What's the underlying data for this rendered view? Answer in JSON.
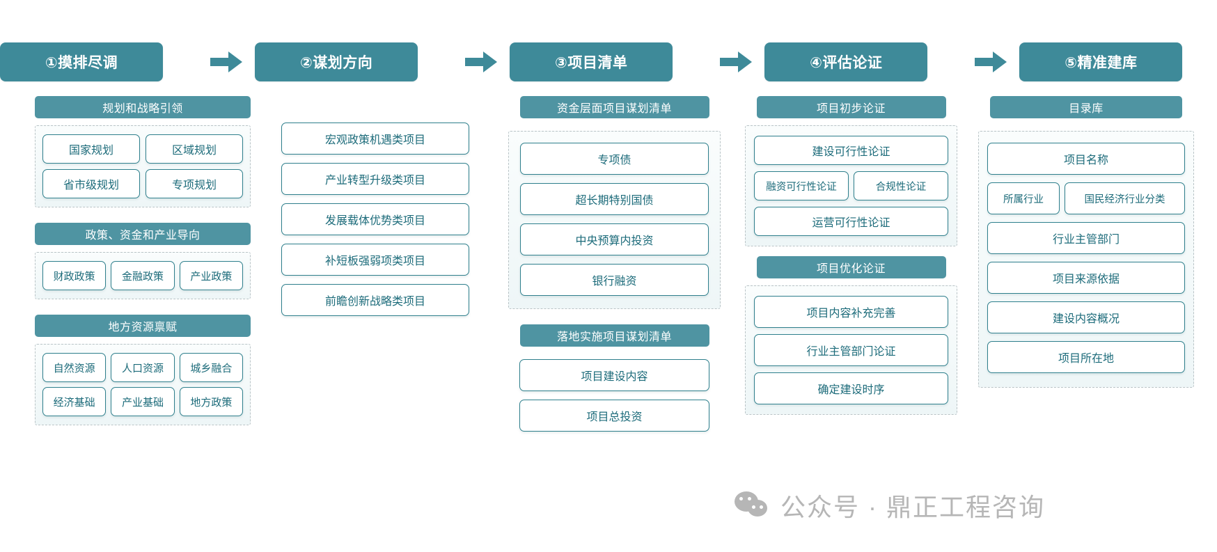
{
  "watermark": {
    "text": "公众号 · 鼎正工程咨询",
    "icon": "wechat-icon"
  },
  "phases": [
    {
      "label": "①摸排尽调"
    },
    {
      "label": "②谋划方向"
    },
    {
      "label": "③项目清单"
    },
    {
      "label": "④评估论证"
    },
    {
      "label": "⑤精准建库"
    }
  ],
  "arrow_icon": "arrow-right-icon",
  "colors": {
    "phase_box": "#3E8A99",
    "band": "#4F94A2",
    "chip_border": "#2E7F8C",
    "chip_text": "#1C6B7A",
    "dashed_border": "#b9c3c6",
    "watermark": "#b6b6b6"
  },
  "columns": [
    {
      "id": "col1",
      "groups": [
        {
          "band": "规划和战略引领",
          "layout": "grid2",
          "items": [
            "国家规划",
            "区域规划",
            "省市级规划",
            "专项规划"
          ]
        },
        {
          "band": "政策、资金和产业导向",
          "layout": "grid3",
          "items": [
            "财政政策",
            "金融政策",
            "产业政策"
          ]
        },
        {
          "band": "地方资源禀赋",
          "layout": "grid3",
          "items": [
            "自然资源",
            "人口资源",
            "城乡融合",
            "经济基础",
            "产业基础",
            "地方政策"
          ]
        }
      ]
    },
    {
      "id": "col2",
      "groups": [
        {
          "band": null,
          "layout": "stack",
          "items": [
            "宏观政策机遇类项目",
            "产业转型升级类项目",
            "发展载体优势类项目",
            "补短板强弱项类项目",
            "前瞻创新战略类项目"
          ]
        }
      ]
    },
    {
      "id": "col3",
      "groups": [
        {
          "band": "资金层面项目谋划清单",
          "layout": "stack",
          "items": [
            "专项债",
            "超长期特别国债",
            "中央预算内投资",
            "银行融资"
          ]
        },
        {
          "band": "落地实施项目谋划清单",
          "layout": "stack-open",
          "items": [
            "项目建设内容",
            "项目总投资"
          ]
        }
      ]
    },
    {
      "id": "col4",
      "groups": [
        {
          "band": "项目初步论证",
          "layout": "mixed",
          "items": [
            "建设可行性论证",
            "融资可行性论证",
            "合规性论证",
            "运营可行性论证"
          ]
        },
        {
          "band": "项目优化论证",
          "layout": "stack",
          "items": [
            "项目内容补充完善",
            "行业主管部门论证",
            "确定建设时序"
          ]
        }
      ]
    },
    {
      "id": "col5",
      "groups": [
        {
          "band": "目录库",
          "layout": "mixed",
          "items": [
            "项目名称",
            "所属行业",
            "国民经济行业分类",
            "行业主管部门",
            "项目来源依据",
            "建设内容概况",
            "项目所在地"
          ]
        }
      ]
    }
  ]
}
